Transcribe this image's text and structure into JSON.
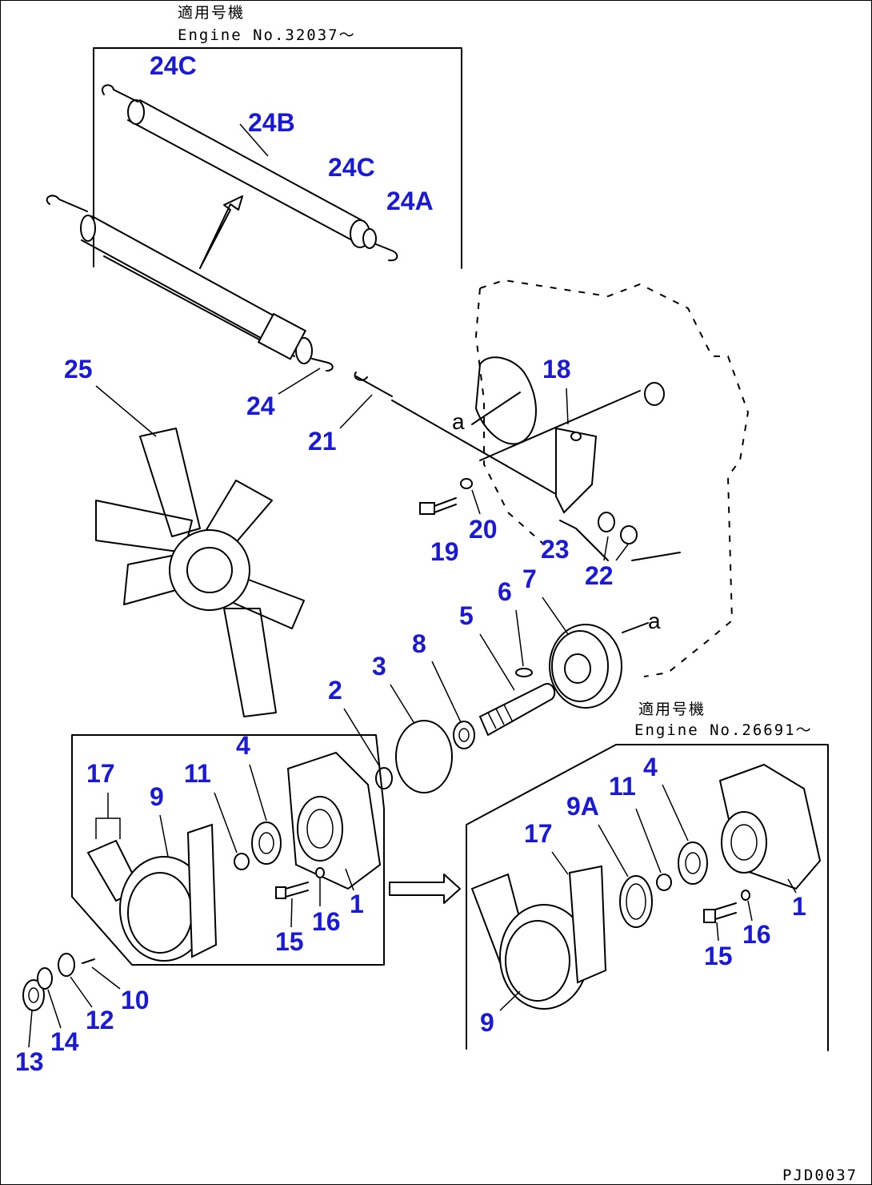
{
  "notes": {
    "top_jp": "適用号機",
    "top_en": "Engine No.32037～",
    "right_jp": "適用号機",
    "right_en": "Engine No.26691～",
    "ref_a_1": "a",
    "ref_a_2": "a",
    "drawing_code": "PJD0037"
  },
  "labels": {
    "l24C_top": "24C",
    "l24B": "24B",
    "l24C_mid": "24C",
    "l24A": "24A",
    "l25": "25",
    "l24": "24",
    "l21": "21",
    "l18": "18",
    "l19": "19",
    "l20": "20",
    "l23": "23",
    "l22": "22",
    "l6": "6",
    "l7": "7",
    "l5": "5",
    "l8": "8",
    "l3": "3",
    "l2": "2",
    "l4_left": "4",
    "l17_left": "17",
    "l11_left": "11",
    "l9_left": "9",
    "l1_left": "1",
    "l16_left": "16",
    "l15_left": "15",
    "l10": "10",
    "l12": "12",
    "l14": "14",
    "l13": "13",
    "l4_right": "4",
    "l11_right": "11",
    "l9A": "9A",
    "l17_right": "17",
    "l1_right": "1",
    "l16_right": "16",
    "l15_right": "15",
    "l9_right": "9"
  },
  "colors": {
    "label": "#1a1ad6",
    "line": "#000000",
    "background": "#ffffff"
  }
}
